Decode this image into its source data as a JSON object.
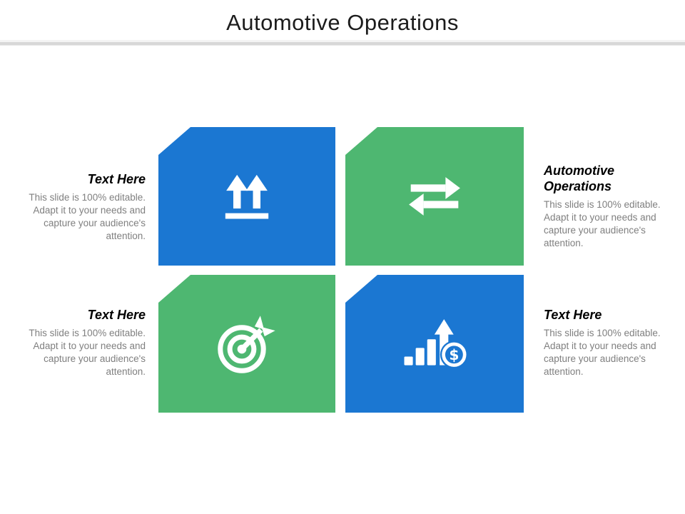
{
  "slide": {
    "title": "Automotive Operations",
    "colors": {
      "blue": "#1B77D2",
      "green": "#4EB771",
      "heading_text": "#000000",
      "body_text": "#7F7F7F",
      "divider": "#D8D8D8",
      "icon": "#FFFFFF"
    }
  },
  "tiles": [
    {
      "position": "top-left",
      "color": "#1B77D2",
      "icon": "up-arrows-bar-icon"
    },
    {
      "position": "top-right",
      "color": "#4EB771",
      "icon": "swap-arrows-icon"
    },
    {
      "position": "bottom-left",
      "color": "#4EB771",
      "icon": "target-dart-icon"
    },
    {
      "position": "bottom-right",
      "color": "#1B77D2",
      "icon": "bar-chart-dollar-icon",
      "coin_symbol": "$"
    }
  ],
  "text_blocks": [
    {
      "position": "top-left",
      "heading": "Text Here",
      "body": "This slide is 100% editable. Adapt it to your needs and capture your audience's attention."
    },
    {
      "position": "top-right",
      "heading": "Automotive Operations",
      "body": "This slide is 100% editable. Adapt it to your needs and capture your audience's attention."
    },
    {
      "position": "bottom-left",
      "heading": "Text Here",
      "body": "This slide is 100% editable. Adapt it to your needs and capture your audience's attention."
    },
    {
      "position": "bottom-right",
      "heading": "Text Here",
      "body": "This slide is 100% editable. Adapt it to your needs and capture your audience's attention."
    }
  ]
}
